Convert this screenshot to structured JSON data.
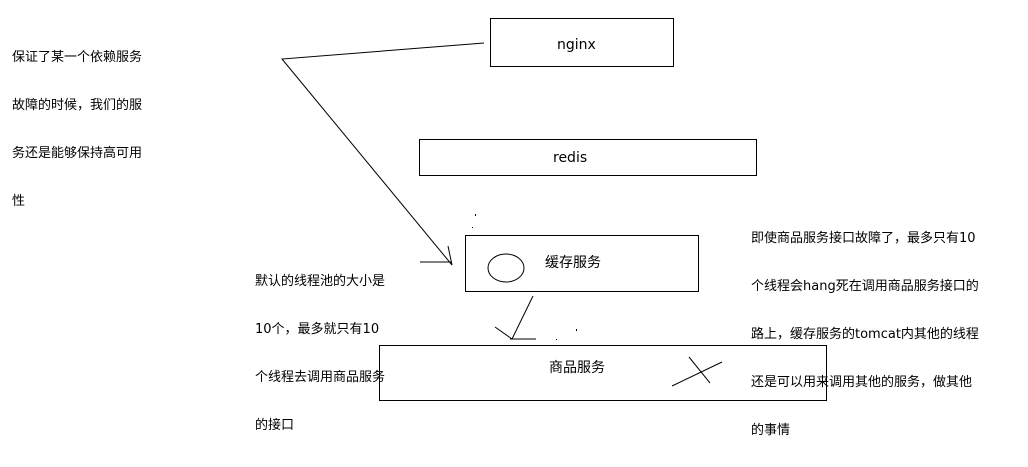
{
  "nodes": {
    "nginx": {
      "label": "nginx"
    },
    "redis": {
      "label": "redis"
    },
    "cache_service": {
      "label": "缓存服务"
    },
    "product_service": {
      "label": "商品服务"
    }
  },
  "notes": {
    "availability": {
      "lines": [
        "保证了某一个依赖服务",
        "故障的时候，我们的服",
        "务还是能够保持高可用",
        "性"
      ]
    },
    "thread_pool": {
      "lines": [
        "默认的线程池的大小是",
        "10个，最多就只有10",
        "个线程去调用商品服务",
        "的接口"
      ]
    },
    "failure_isolation": {
      "lines": [
        "即使商品服务接口故障了，最多只有10",
        "个线程会hang死在调用商品服务接口的",
        "路上，缓存服务的tomcat内其他的线程",
        "还是可以用来调用其他的服务，做其他",
        "的事情"
      ]
    }
  },
  "colors": {
    "stroke": "#000000",
    "background": "#ffffff",
    "text": "#000000"
  }
}
